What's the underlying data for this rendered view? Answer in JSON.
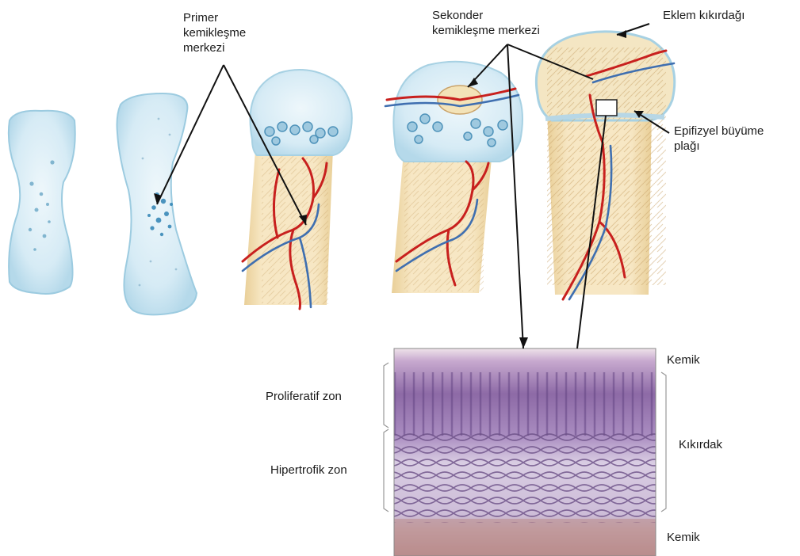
{
  "labels": {
    "primary_center": [
      "Primer",
      "kemikleşme",
      "merkezi"
    ],
    "secondary_center": [
      "Sekonder",
      "kemikleşme merkezi"
    ],
    "articular_cartilage": "Eklem kıkırdağı",
    "growth_plate": [
      "Epifizyel büyüme",
      "plağı"
    ],
    "bone_top": "Kemik",
    "cartilage": "Kıkırdak",
    "bone_bottom": "Kemik",
    "proliferative_zone": "Proliferatif zon",
    "hypertrophic_zone": "Hipertrofik zon"
  },
  "colors": {
    "cartilage": "#d9ecf5",
    "cartilage_edge": "#8fc3dc",
    "bone": "#f3dfb3",
    "artery": "#c8201e",
    "vein": "#3f6fb0",
    "histology": "#b79bc7"
  }
}
